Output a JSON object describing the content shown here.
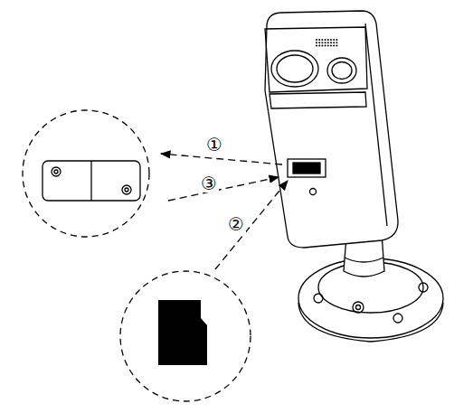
{
  "diagram": {
    "labels": [
      "①",
      "③",
      "②"
    ]
  }
}
